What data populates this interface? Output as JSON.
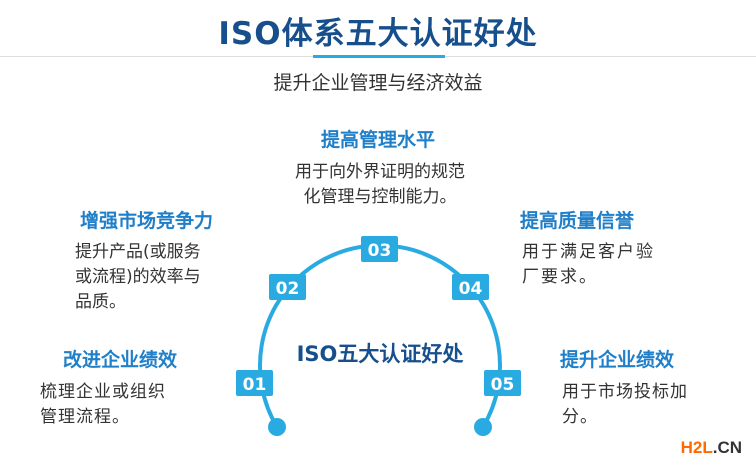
{
  "title": "ISO体系五大认证好处",
  "subtitle": "提升企业管理与经济效益",
  "center_label": "ISO五大认证好处",
  "accent_color": "#29abe2",
  "items": [
    {
      "num": "01",
      "heading": "改进企业绩效",
      "lines": [
        "梳理企业或组织",
        "管理流程。"
      ]
    },
    {
      "num": "02",
      "heading": "增强市场竞争力",
      "lines": [
        "提升产品(或服务",
        "或流程)的效率与",
        "品质。"
      ]
    },
    {
      "num": "03",
      "heading": "提高管理水平",
      "lines": [
        "用于向外界证明的规范",
        "化管理与控制能力。"
      ]
    },
    {
      "num": "04",
      "heading": "提高质量信誉",
      "lines": [
        "用于满足客户验",
        "厂要求。"
      ]
    },
    {
      "num": "05",
      "heading": "提升企业绩效",
      "lines": [
        "用于市场投标加",
        "分。"
      ]
    }
  ],
  "watermark": {
    "part1": "H2L",
    "part2": ".CN"
  }
}
